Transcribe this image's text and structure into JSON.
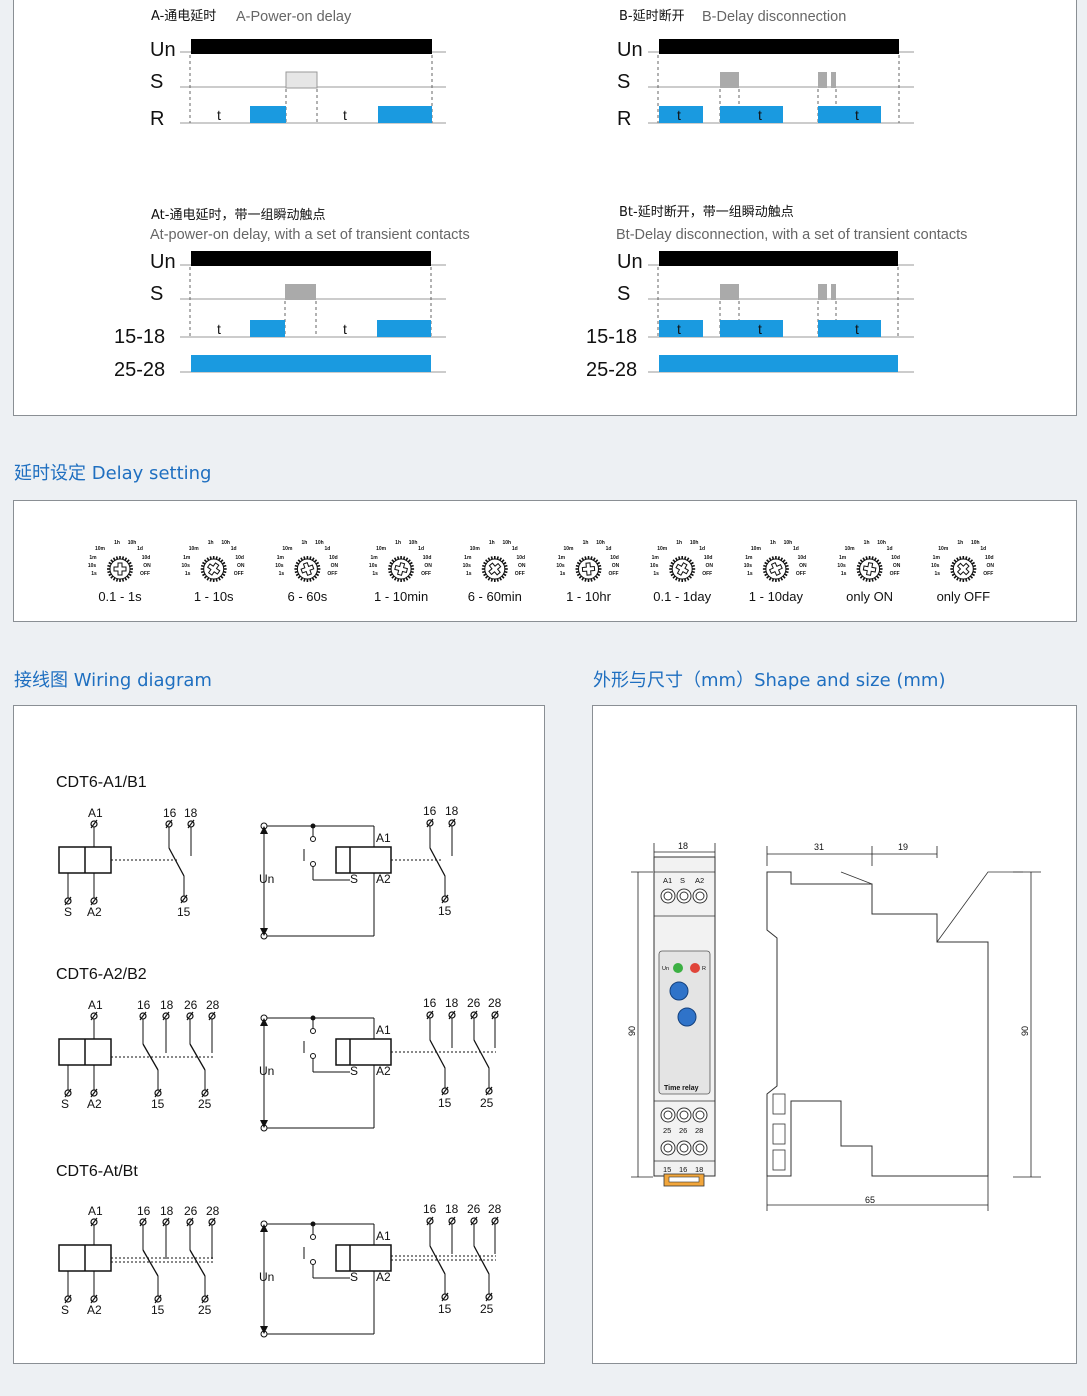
{
  "timing": {
    "a": {
      "title_cn": "A-通电延时",
      "title_en": "A-Power-on delay"
    },
    "b": {
      "title_cn": "B-延时断开",
      "title_en": "B-Delay disconnection"
    },
    "at": {
      "title_cn": "At-通电延时，带一组瞬动触点",
      "title_en": "At-power-on delay, with a set of transient contacts"
    },
    "bt": {
      "title_cn": "Bt-延时断开，带一组瞬动触点",
      "title_en": "Bt-Delay disconnection, with a set of transient contacts"
    },
    "labels": {
      "un": "Un",
      "s": "S",
      "r": "R",
      "c1518": "15-18",
      "c2528": "25-28",
      "t": "t"
    }
  },
  "delay_setting": {
    "title": "延时设定 Delay setting",
    "dial_marks": {
      "h1": "1h",
      "h10": "10h",
      "m10": "10m",
      "d1": "1d",
      "m1": "1m",
      "d10": "10d",
      "s10": "10s",
      "on": "ON",
      "s1": "1s",
      "off": "OFF"
    },
    "dials": [
      "0.1 - 1s",
      "1 - 10s",
      "6 - 60s",
      "1 - 10min",
      "6 - 60min",
      "1 - 10hr",
      "0.1 - 1day",
      "1 - 10day",
      "only ON",
      "only OFF"
    ]
  },
  "wiring": {
    "title": "接线图 Wiring diagram",
    "models": [
      "CDT6-A1/B1",
      "CDT6-A2/B2",
      "CDT6-At/Bt"
    ],
    "terminals": {
      "a1": "A1",
      "a2": "A2",
      "s": "S",
      "t15": "15",
      "t16": "16",
      "t18": "18",
      "t25": "25",
      "t26": "26",
      "t28": "28",
      "un": "Un"
    }
  },
  "shape": {
    "title": "外形与尺寸（mm）Shape and size (mm)",
    "dims": {
      "w18": "18",
      "d31": "31",
      "d19": "19",
      "h90": "90",
      "d65": "65"
    },
    "front": {
      "top_terms": [
        "A1",
        "S",
        "A2"
      ],
      "mid_terms": [
        "25",
        "26",
        "28"
      ],
      "bot_terms": [
        "15",
        "16",
        "18"
      ],
      "led_un": "Un",
      "led_r": "R",
      "label": "Time relay"
    }
  },
  "colors": {
    "blue": "#1a9ae0",
    "black": "#000000",
    "gray": "#c6c6c6",
    "title_blue": "#1f6fc0"
  }
}
